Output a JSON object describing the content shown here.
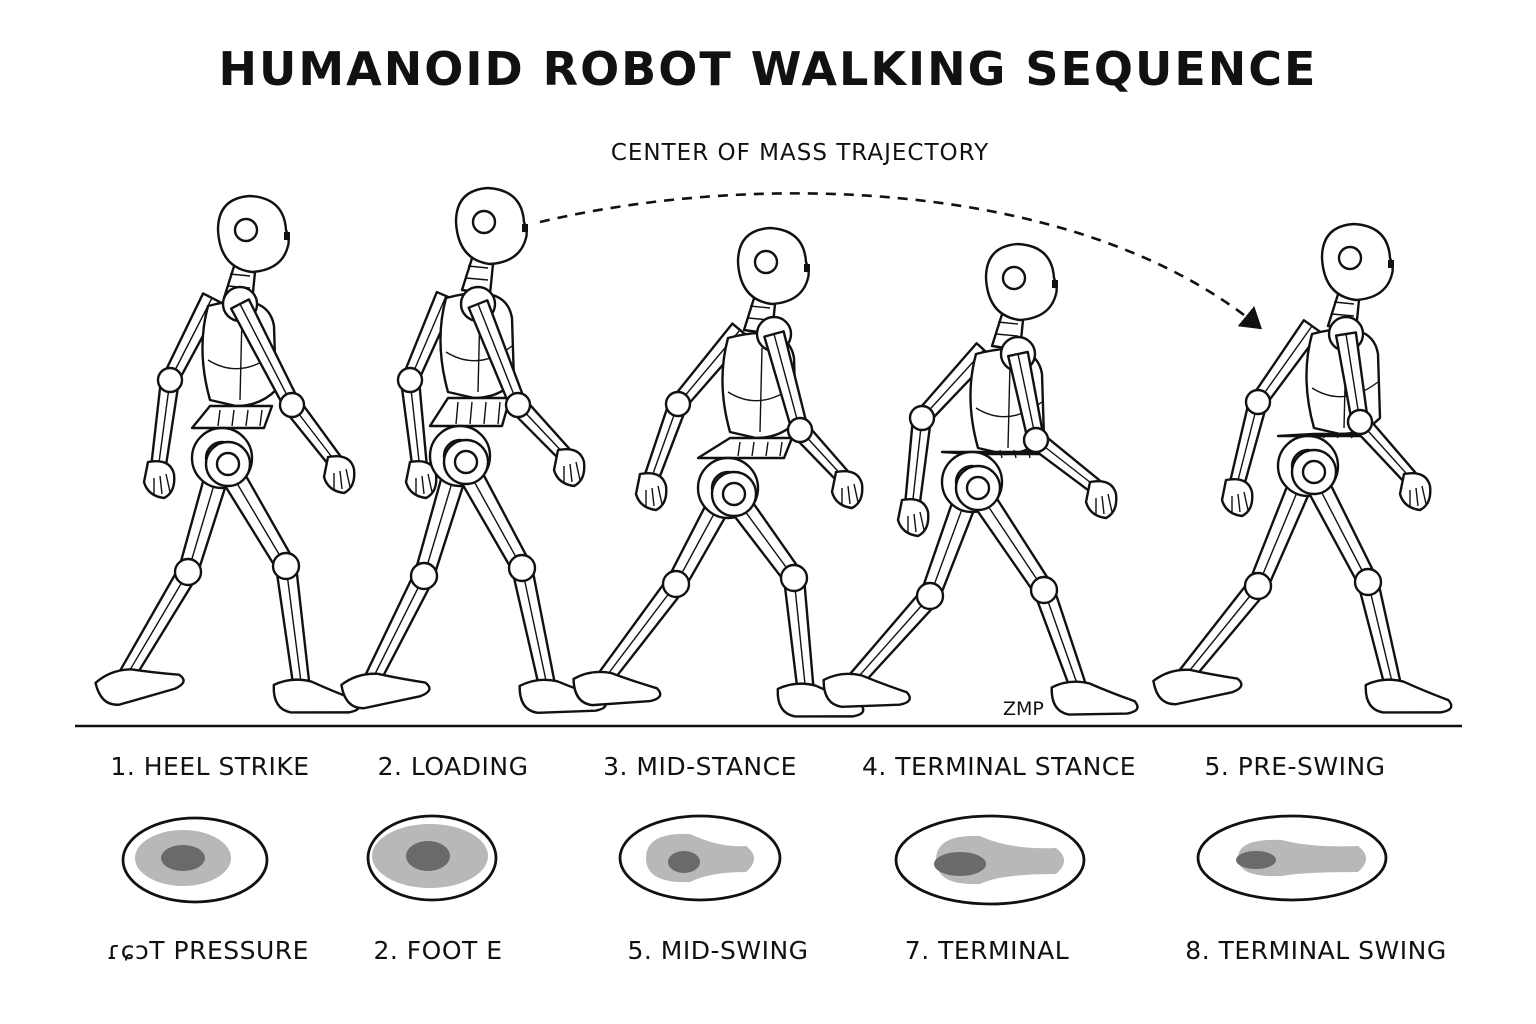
{
  "title": "HUMANOID ROBOT WALKING SEQUENCE",
  "com_label": "CENTER OF MASS TRAJECTORY",
  "zmp_label": "ZMP",
  "phases": [
    {
      "label": "1. HEEL STRIKE"
    },
    {
      "label": "2. LOADING"
    },
    {
      "label": "3. MID-STANCE"
    },
    {
      "label": "4. TERMINAL STANCE"
    },
    {
      "label": "5. PRE-SWING"
    }
  ],
  "bottom_labels": [
    {
      "label": "ɾɕɔT PRESSURE"
    },
    {
      "label": "2. FOOT E"
    },
    {
      "label": "5. MID-SWING"
    },
    {
      "label": "7. TERMINAL"
    },
    {
      "label": "8. TERMINAL SWING"
    }
  ],
  "colors": {
    "line": "#111111",
    "pressure_light": "#b8b8b8",
    "pressure_dark": "#6a6a6a",
    "background": "#ffffff"
  }
}
